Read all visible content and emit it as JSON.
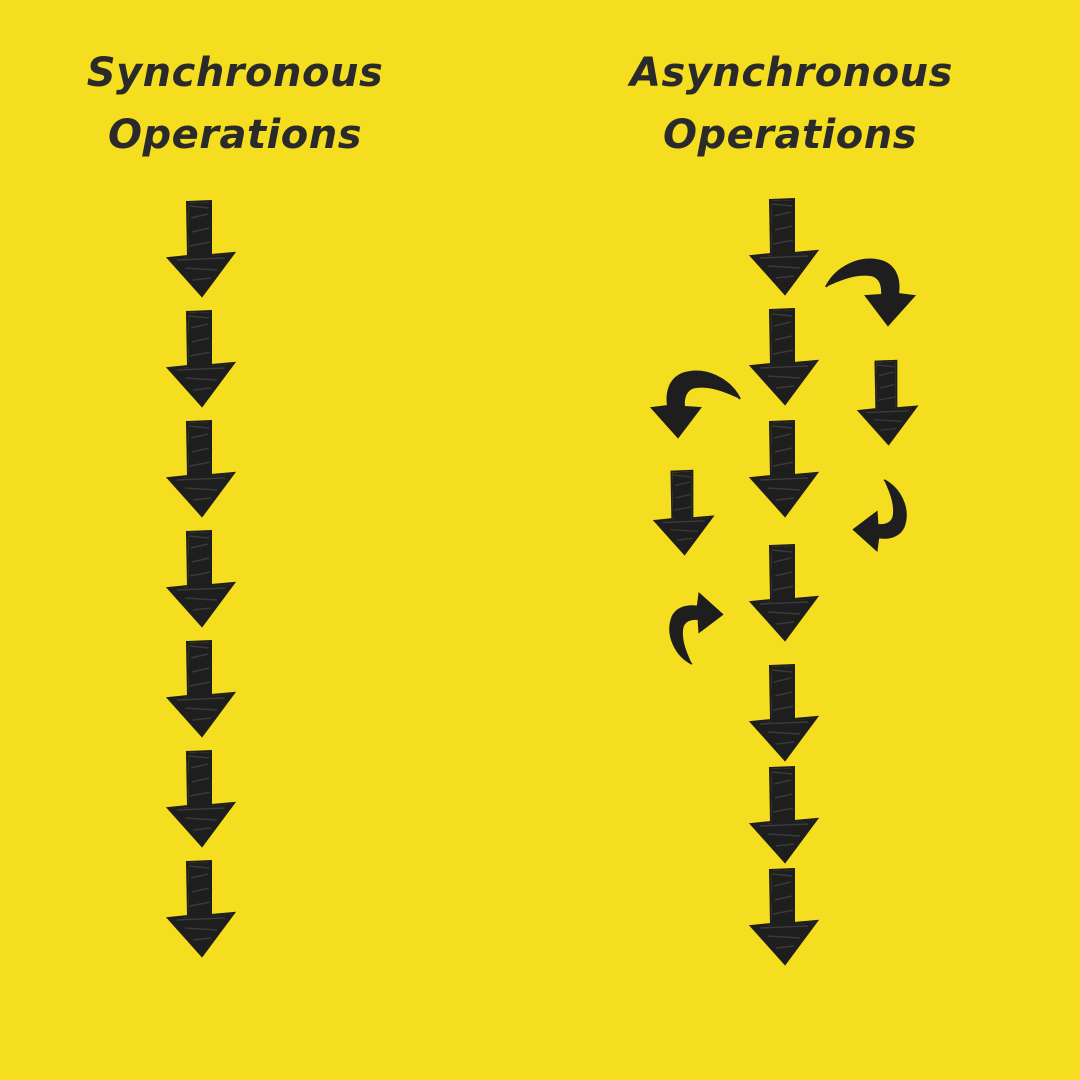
{
  "colors": {
    "background": "#f5dd1f",
    "ink": "#1e1e1e"
  },
  "sync": {
    "title_line1": "Synchronous",
    "title_line2": "Operations"
  },
  "async": {
    "title_line1": "Asynchronous",
    "title_line2": "Operations"
  },
  "icons": {
    "down_arrow": "down-arrow-icon",
    "curved_arrow": "curved-arrow-icon"
  }
}
